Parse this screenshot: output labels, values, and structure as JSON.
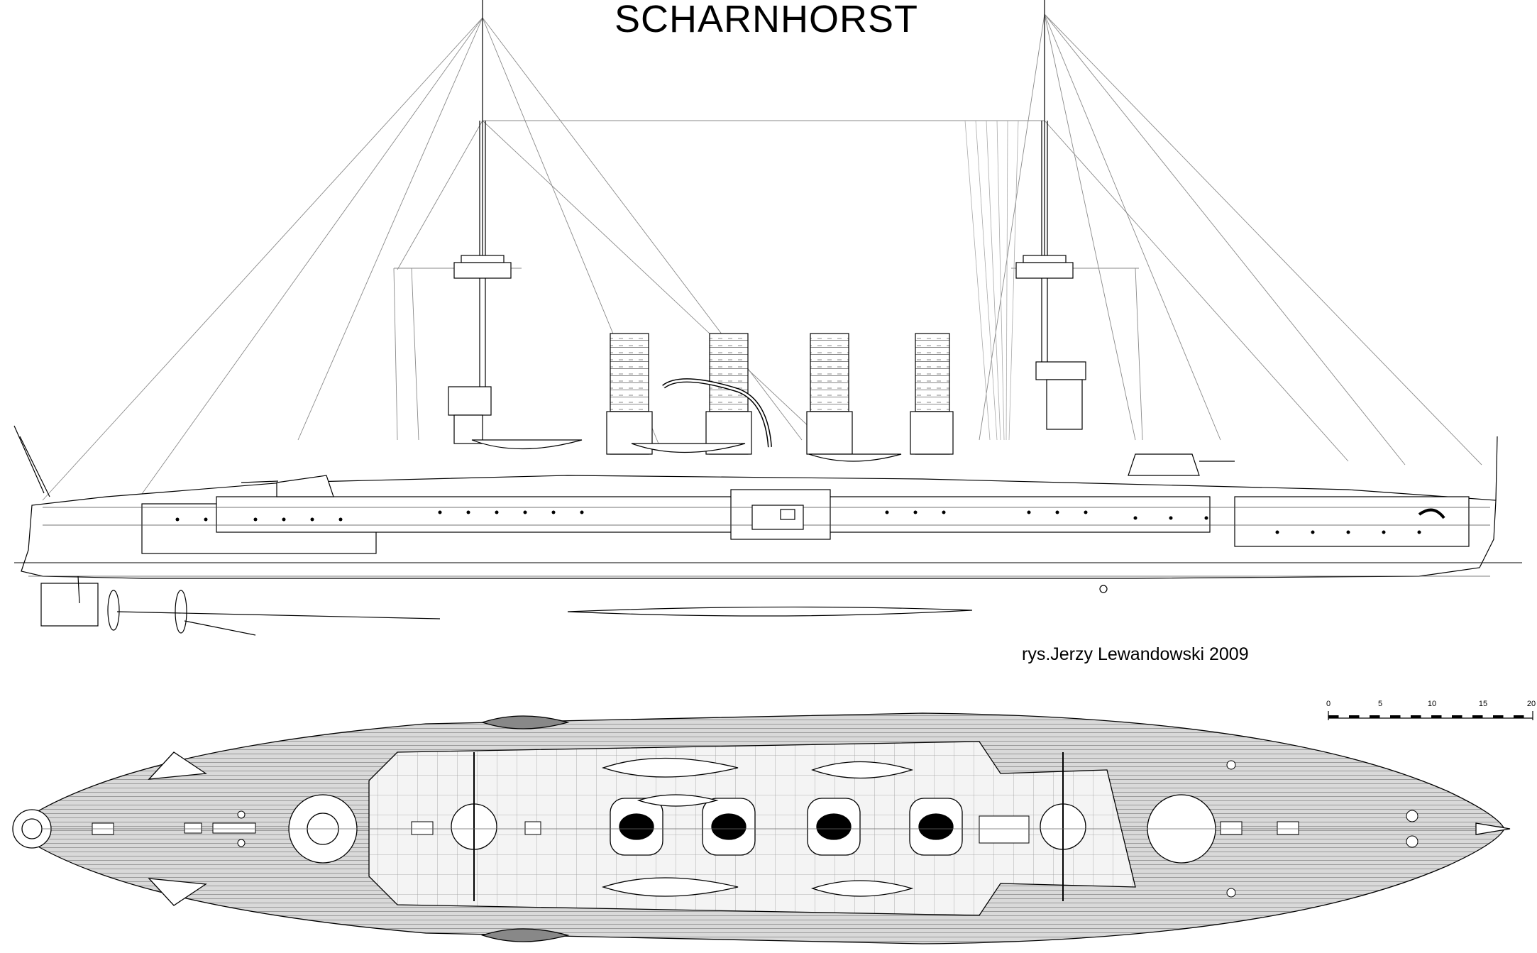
{
  "title": "SCHARNHORST",
  "credit": "rys.Jerzy Lewandowski 2009",
  "scale": {
    "ticks": [
      "0",
      "5",
      "10",
      "15",
      "20"
    ]
  },
  "colors": {
    "ink": "#000000",
    "paper": "#ffffff",
    "deck": "#bdbdbd",
    "hatch": "#888888"
  }
}
